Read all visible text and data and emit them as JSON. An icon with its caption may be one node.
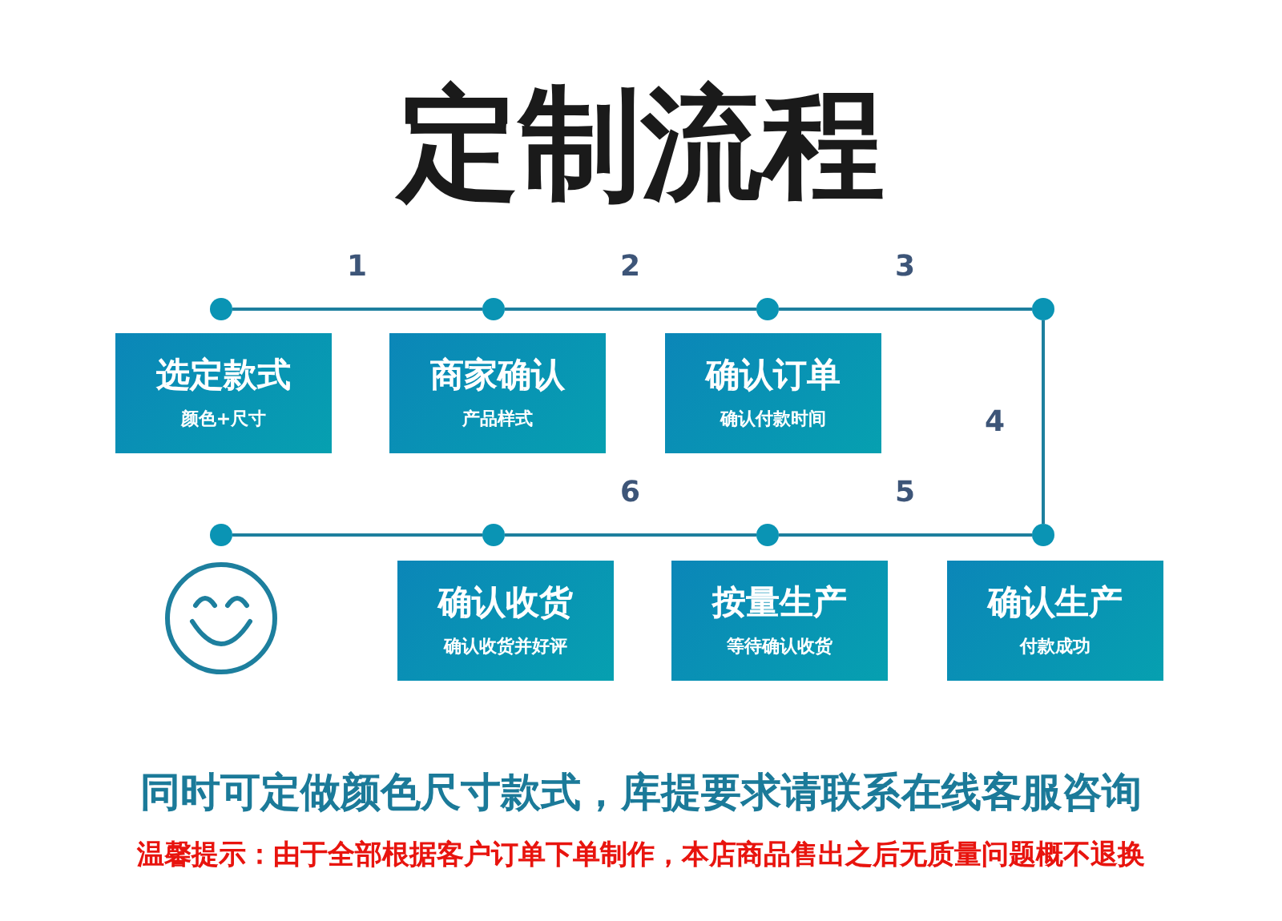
{
  "diagram": {
    "title": "定制流程",
    "nodes": [
      {
        "text": [
          "选定款式",
          "颜色+尺寸"
        ]
      },
      {
        "text": [
          "商家确认",
          "产品样式"
        ]
      },
      {
        "text": [
          "确认订单",
          "确认付款时间"
        ]
      },
      {
        "text": [
          "确认收货",
          "确认收货并好评"
        ]
      },
      {
        "text": [
          "按量生产",
          "等待确认收货"
        ]
      },
      {
        "text": [
          "确认生产",
          "付款成功"
        ]
      },
      {
        "text": [],
        "shape": "circle"
      },
      {
        "text": [],
        "shape": "circle"
      },
      {
        "text": [],
        "shape": "circle"
      },
      {
        "text": [],
        "shape": "circle"
      },
      {
        "text": [],
        "shape": "circle"
      },
      {
        "text": [],
        "shape": "circle"
      },
      {
        "text": [],
        "shape": "circle"
      },
      {
        "text": [],
        "shape": "circle"
      },
      {
        "text": [],
        "shape": "smiley"
      }
    ],
    "edges": [
      {
        "from": 6,
        "to": 7,
        "arrow": "none",
        "label": "1"
      },
      {
        "from": 7,
        "to": 8,
        "arrow": "none",
        "label": "2"
      },
      {
        "from": 8,
        "to": 9,
        "arrow": "none",
        "label": "3"
      },
      {
        "from": 9,
        "to": 13,
        "arrow": "none",
        "label": "4"
      },
      {
        "from": 13,
        "to": 12,
        "arrow": "none",
        "label": "5"
      },
      {
        "from": 12,
        "to": 11,
        "arrow": "none",
        "label": "6"
      },
      {
        "from": 11,
        "to": 10,
        "arrow": "none"
      }
    ],
    "labels": [
      "同时可定做颜色尺寸款式，库提要求请联系在线客服咨询",
      "温馨提示：由于全部根据客户订单下单制作，本店商品售出之后无质量问题概不退换"
    ]
  }
}
